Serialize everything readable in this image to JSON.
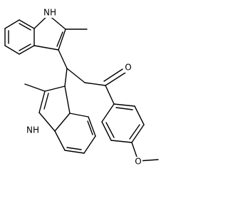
{
  "molecule": {
    "atoms": {
      "nh_top": "NH",
      "nh_bottom": "NH",
      "o_carbonyl": "O",
      "o_methoxy": "O"
    }
  },
  "colors": {
    "bond": "#000000",
    "background": "#ffffff"
  }
}
